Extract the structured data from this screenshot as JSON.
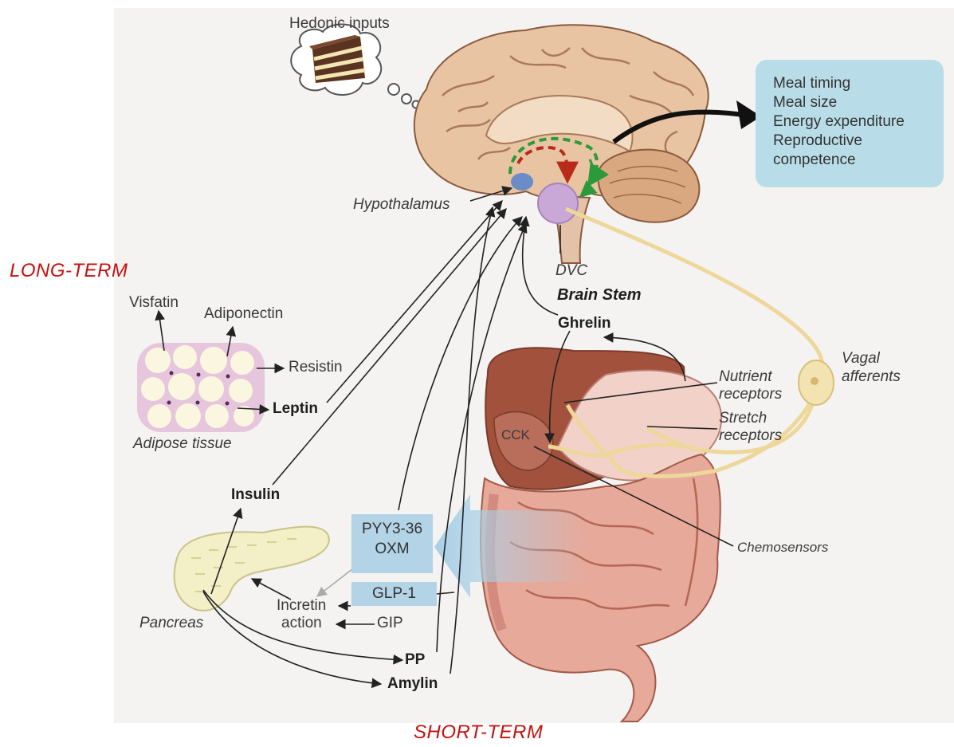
{
  "labels": {
    "hedonic_inputs": "Hedonic inputs",
    "hypothalamus": "Hypothalamus",
    "dvc": "DVC",
    "brain_stem": "Brain Stem",
    "long_term": "LONG-TERM",
    "short_term": "SHORT-TERM",
    "visfatin": "Visfatin",
    "adiponectin": "Adiponectin",
    "resistin": "Resistin",
    "leptin": "Leptin",
    "adipose_tissue": "Adipose tissue",
    "ghrelin": "Ghrelin",
    "nutrient_receptors": [
      "Nutrient",
      "receptors"
    ],
    "stretch_receptors": [
      "Stretch",
      "receptors"
    ],
    "vagal_afferents": [
      "Vagal",
      "afferents"
    ],
    "cck": "CCK",
    "chemosensors": "Chemosensors",
    "insulin": "Insulin",
    "pyy_oxm": [
      "PYY3-36",
      "OXM"
    ],
    "glp1": "GLP-1",
    "incretin_action": [
      "Incretin",
      "action"
    ],
    "gip": "GIP",
    "pancreas": "Pancreas",
    "pp": "PP",
    "amylin": "Amylin"
  },
  "effects": [
    "Meal timing",
    "Meal size",
    "Energy expenditure",
    "Reproductive",
    "competence"
  ],
  "colors": {
    "accent_red": "#c8100c",
    "effects_box": "#b9dde8",
    "hormone_box": "#b3d3e6",
    "vagal_nerve": "#eed79a"
  }
}
